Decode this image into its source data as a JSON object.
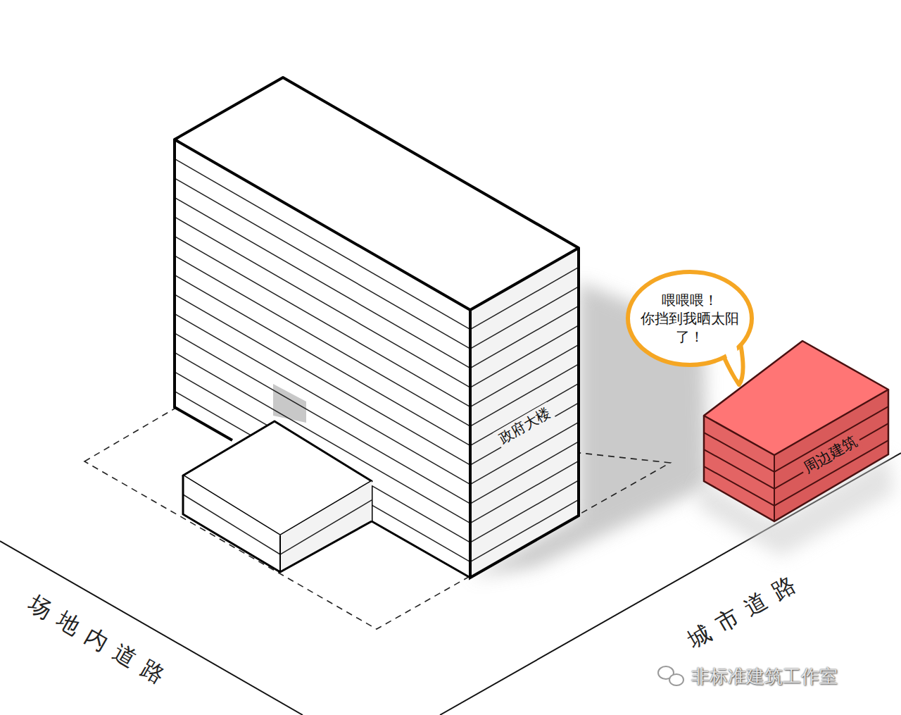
{
  "diagram": {
    "nodes": [
      {
        "text": [
          "政府大楼"
        ]
      },
      {
        "text": [
          "喂喂喂！ 你挡到我晒太阳 了！"
        ]
      },
      {
        "text": [
          "周边建筑"
        ]
      }
    ],
    "labels": [
      "场地内道路",
      "城市道路",
      "非标准建筑工作室"
    ]
  }
}
